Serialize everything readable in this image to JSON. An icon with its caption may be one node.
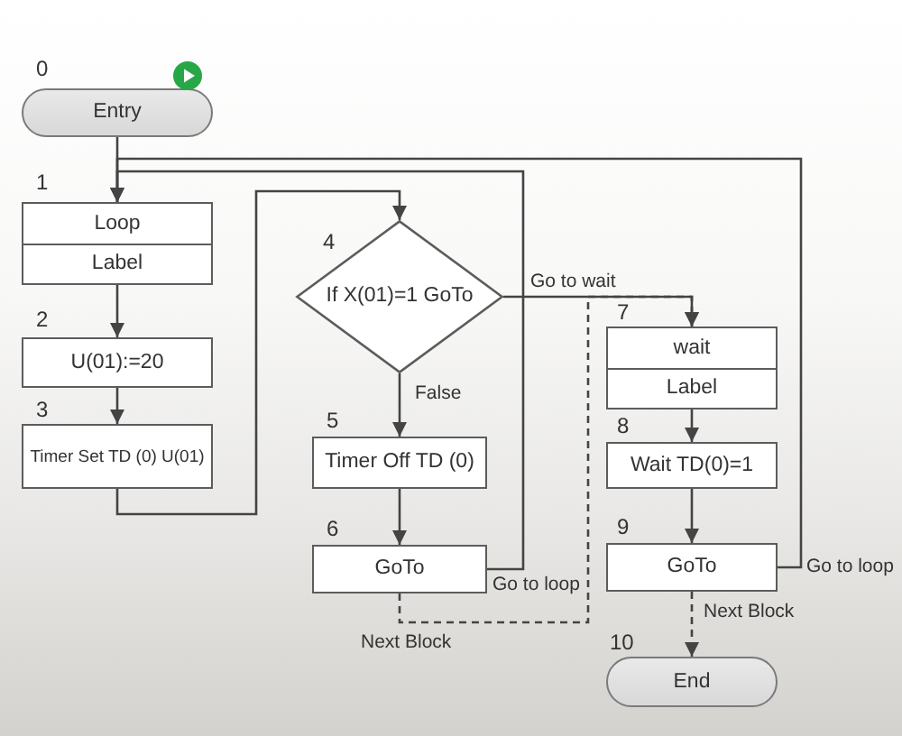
{
  "diagram": {
    "nodes": [
      {
        "text": [
          "Entry"
        ],
        "beside": [
          "0"
        ]
      },
      {
        "text": [
          "Loop",
          "Label"
        ],
        "beside": [
          "1"
        ]
      },
      {
        "text": [
          "U(01):=20"
        ],
        "beside": [
          "2"
        ]
      },
      {
        "text": [
          "Timer Set TD (0) U(01)"
        ],
        "beside": [
          "3"
        ]
      },
      {
        "text": [
          "If X(01)=1 GoTo"
        ],
        "beside": [
          "4"
        ]
      },
      {
        "text": [
          "Timer Off TD (0)"
        ],
        "beside": [
          "5"
        ]
      },
      {
        "text": [
          "GoTo"
        ],
        "beside": [
          "6"
        ]
      },
      {
        "text": [
          "wait",
          "Label"
        ],
        "beside": [
          "7"
        ]
      },
      {
        "text": [
          "Wait TD(0)=1"
        ],
        "beside": [
          "8"
        ]
      },
      {
        "text": [
          "GoTo"
        ],
        "beside": [
          "9"
        ]
      },
      {
        "text": [
          "End"
        ],
        "beside": [
          "10"
        ]
      }
    ],
    "edges": [
      {
        "from": 0,
        "to": 1,
        "arrow": "to"
      },
      {
        "from": 1,
        "to": 2,
        "arrow": "to"
      },
      {
        "from": 2,
        "to": 3,
        "arrow": "to"
      },
      {
        "from": 3,
        "to": 4,
        "arrow": "to"
      },
      {
        "from": 4,
        "to": 5,
        "arrow": "to",
        "label": "False"
      },
      {
        "from": 4,
        "to": 7,
        "arrow": "to",
        "label": "Go to wait"
      },
      {
        "from": 5,
        "to": 6,
        "arrow": "to"
      },
      {
        "from": 6,
        "to": 1,
        "arrow": "to",
        "label": "Go to loop"
      },
      {
        "from": 6,
        "to": 7,
        "arrow": "to",
        "label": "Next Block",
        "style": "dashed"
      },
      {
        "from": 7,
        "to": 8,
        "arrow": "to"
      },
      {
        "from": 8,
        "to": 9,
        "arrow": "to"
      },
      {
        "from": 9,
        "to": 1,
        "arrow": "to",
        "label": "Go to loop"
      },
      {
        "from": 9,
        "to": 10,
        "arrow": "to",
        "label": "Next Block",
        "style": "dashed"
      }
    ]
  }
}
